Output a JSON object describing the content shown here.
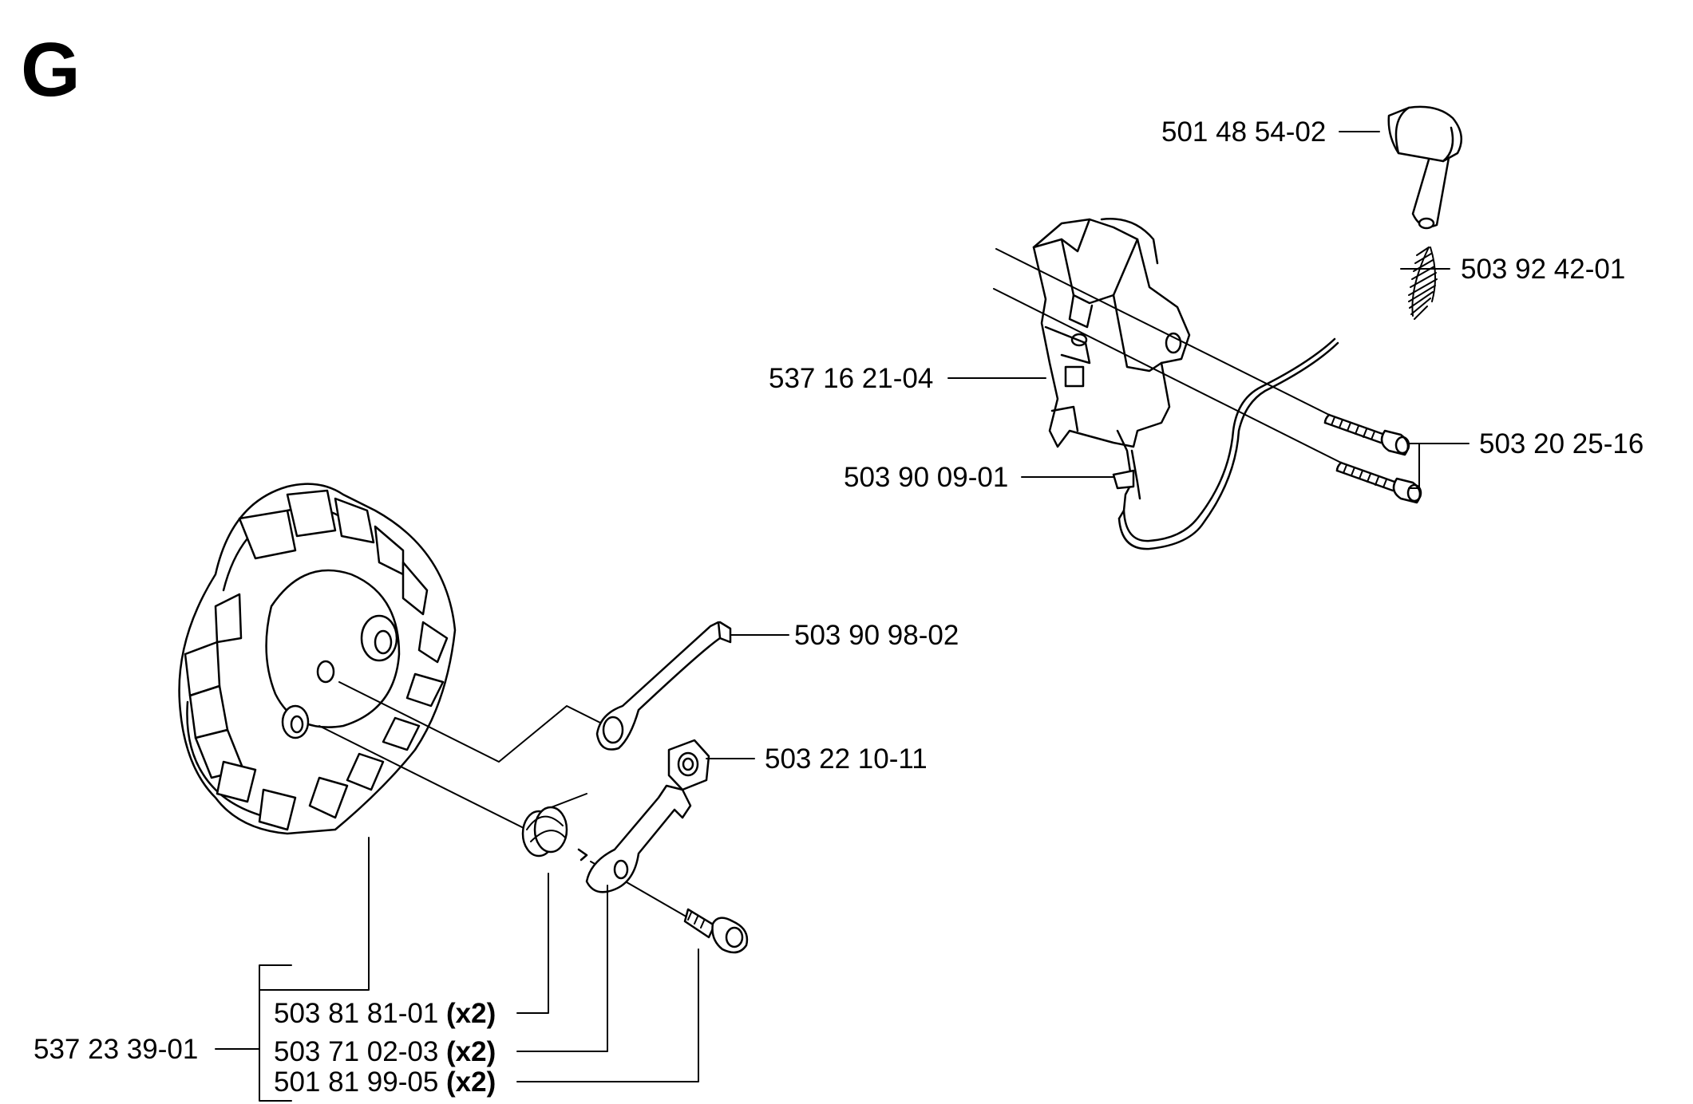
{
  "section_letter": "G",
  "parts": {
    "boot": {
      "number": "501 48 54-02"
    },
    "spring_top": {
      "number": "503 92 42-01"
    },
    "ignition_module": {
      "number": "537 16 21-04"
    },
    "spark_terminal": {
      "number": "503 90 09-01"
    },
    "module_screws": {
      "number": "503 20 25-16"
    },
    "washer_bracket": {
      "number": "503 90 98-02"
    },
    "flywheel_nut": {
      "number": "503 22 10-11"
    },
    "flywheel_kit": {
      "number": "537 23 39-01"
    },
    "pawl_spring": {
      "number": "503 81 81-01",
      "qty": "(x2)"
    },
    "pawl": {
      "number": "503 71 02-03",
      "qty": "(x2)"
    },
    "pawl_screw": {
      "number": "501 81 99-05",
      "qty": "(x2)"
    }
  }
}
